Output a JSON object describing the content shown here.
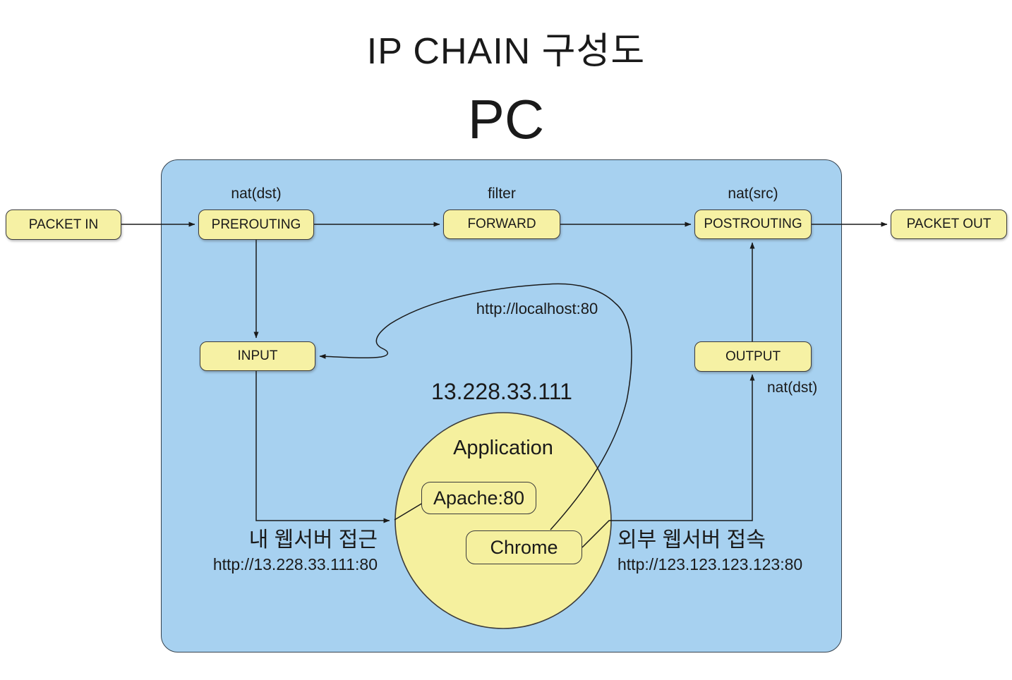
{
  "title": "IP CHAIN 구성도",
  "subtitle": "PC",
  "colors": {
    "container_blue": "#a7d1f0",
    "node_yellow": "#f6f1a4",
    "circle_yellow": "#f5f09e",
    "line_color": "#1a1a1a"
  },
  "nodes": {
    "packet_in": "PACKET IN",
    "prerouting": "PREROUTING",
    "forward": "FORWARD",
    "postrouting": "POSTROUTING",
    "packet_out": "PACKET OUT",
    "input": "INPUT",
    "output": "OUTPUT",
    "apache": "Apache:80",
    "chrome": "Chrome"
  },
  "labels": {
    "prerouting_table": "nat(dst)",
    "forward_table": "filter",
    "postrouting_table": "nat(src)",
    "output_table": "nat(dst)",
    "localhost_url": "http://localhost:80",
    "host_ip": "13.228.33.111",
    "application": "Application",
    "my_server_caption": "내 웹서버 접근",
    "my_server_url": "http://13.228.33.111:80",
    "external_server_caption": "외부 웹서버 접속",
    "external_server_url": "http://123.123.123.123:80"
  }
}
